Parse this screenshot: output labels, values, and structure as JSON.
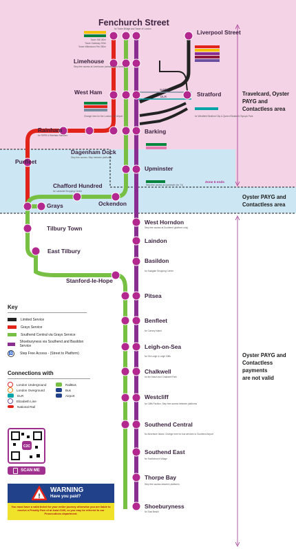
{
  "title": "Fenchurch Street",
  "title_sub": "for Tower Bridge and Tower of London",
  "fenchurch_interchanges": [
    "Tower Hill 150m",
    "Tower Gateway 200m",
    "Tower Millennium Pier 350m"
  ],
  "zones": {
    "top_label": "Travelcard, Oyster PAYG and Contactless area",
    "mid_label": "Oyster PAYG and Contactless area",
    "bottom_label": "Oyster PAYG and Contactless payments are not valid",
    "zone6": "Zone 6 ends"
  },
  "links": {
    "subline": "Subline",
    "dlr": "DLR"
  },
  "stations": {
    "liverpool": {
      "name": "Liverpool Street",
      "sub": ""
    },
    "limehouse": {
      "name": "Limehouse",
      "sub": "Step free access at Limehouse (outside peak hours)"
    },
    "westham": {
      "name": "West Ham",
      "sub": "Change here for the London City Airport"
    },
    "stratford": {
      "name": "Stratford",
      "sub": "for Westfield Stratford City & Queen Elizabeth Olympic Park"
    },
    "rainham": {
      "name": "Rainham",
      "sub": "for RSPB & Rainham Marshes"
    },
    "dagenham": {
      "name": "Dagenham Dock",
      "sub": "Step free access: Step between platforms"
    },
    "barking": {
      "name": "Barking",
      "sub": ""
    },
    "purfleet": {
      "name": "Purfleet",
      "sub": ""
    },
    "upminster": {
      "name": "Upminster",
      "sub": "Step free access at Upminster (for 74)"
    },
    "chafford": {
      "name": "Chafford Hundred",
      "sub": "for Lakeside Shopping Centre"
    },
    "grays": {
      "name": "Grays",
      "sub": ""
    },
    "ockendon": {
      "name": "Ockendon",
      "sub": ""
    },
    "westhorndon": {
      "name": "West Horndon",
      "sub": "Step free access at Southend (platform only)"
    },
    "tilbury": {
      "name": "Tilbury Town",
      "sub": ""
    },
    "laindon": {
      "name": "Laindon",
      "sub": ""
    },
    "easttilbury": {
      "name": "East Tilbury",
      "sub": ""
    },
    "basildon": {
      "name": "Basildon",
      "sub": "for Eastgate Shopping Centre"
    },
    "stanford": {
      "name": "Stanford-le-Hope",
      "sub": ""
    },
    "pitsea": {
      "name": "Pitsea",
      "sub": ""
    },
    "benfleet": {
      "name": "Benfleet",
      "sub": "for Canvey Island"
    },
    "leigh": {
      "name": "Leigh-on-Sea",
      "sub": "for Old Leigh & Leigh Cliffs"
    },
    "chalkwell": {
      "name": "Chalkwell",
      "sub": "for the beach and Chalkwell Park"
    },
    "westcliff": {
      "name": "Westcliff",
      "sub": "for Cliffs Pavilion. Step free access between platforms"
    },
    "southendc": {
      "name": "Southend Central",
      "sub": "for Adventure Island. Change here for bus services to Southend Airport"
    },
    "southende": {
      "name": "Southend East",
      "sub": "for Southchurch Village"
    },
    "thorpe": {
      "name": "Thorpe Bay",
      "sub": "Step free access between platforms"
    },
    "shoebury": {
      "name": "Shoeburyness",
      "sub": "for East Beach"
    }
  },
  "key": {
    "title": "Key",
    "items": [
      {
        "label": "Limited Service",
        "color": "#222222"
      },
      {
        "label": "Grays Service",
        "color": "#e2231a"
      },
      {
        "label": "Southend Central via Grays Service",
        "color": "#78c043"
      },
      {
        "label": "Shoeburyness via Southend and Basildon Service",
        "color": "#8a2d91"
      },
      {
        "label": "Step Free Access - (Street to Platform)",
        "color": ""
      }
    ]
  },
  "connections": {
    "title": "Connections with",
    "items": [
      {
        "label": "London Underground",
        "icon": "roundel-icon"
      },
      {
        "label": "RailBus",
        "icon": "railbus-icon"
      },
      {
        "label": "London Overground",
        "icon": "overground-icon"
      },
      {
        "label": "Bus",
        "icon": "bus-icon"
      },
      {
        "label": "DLR",
        "icon": "dlr-icon"
      },
      {
        "label": "Airport",
        "icon": "airport-icon"
      },
      {
        "label": "Elizabeth Line",
        "icon": "elizabeth-icon"
      },
      {
        "label": "National Rail",
        "icon": "national-rail-icon"
      }
    ]
  },
  "qr": {
    "code": "C2C",
    "scan_label": "SCAN ME"
  },
  "warning": {
    "title": "WARNING",
    "subtitle": "Have you paid?",
    "body": "You must have a valid ticket for your entire journey otherwise you are liable to receive a Penalty Fare of at least £100, or you may be referred to our Prosecutions department."
  },
  "colors": {
    "red": "#e2231a",
    "green": "#78c043",
    "purple": "#8a2d91",
    "black": "#222222",
    "zone_pink": "#f4d3e6",
    "zone_blue": "#cde6f3",
    "station": "#b3288e"
  }
}
